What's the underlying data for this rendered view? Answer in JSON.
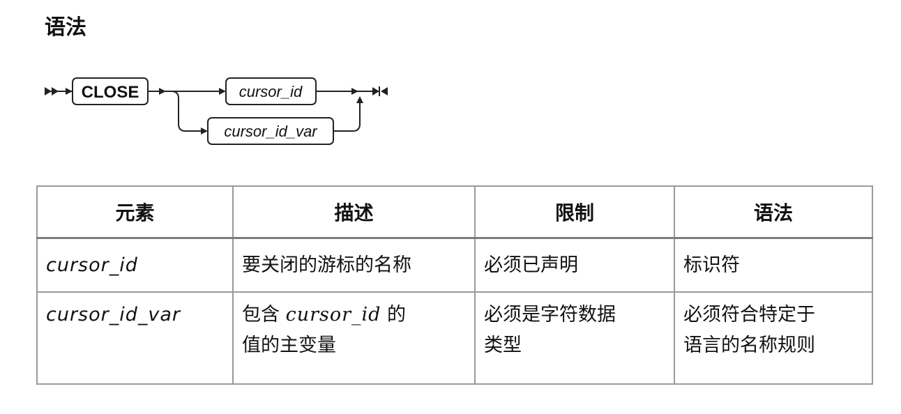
{
  "heading": "语法",
  "diagram": {
    "keyword": "CLOSE",
    "option1": "cursor_id",
    "option2": "cursor_id_var"
  },
  "table": {
    "headers": [
      "元素",
      "描述",
      "限制",
      "语法"
    ],
    "rows": [
      {
        "element": "cursor_id",
        "description": "要关闭的游标的名称",
        "restriction": "必须已声明",
        "syntax": "标识符"
      },
      {
        "element": "cursor_id_var",
        "description_pre": "包含 ",
        "description_code": "cursor_id",
        "description_post": " 的",
        "description_line2": "值的主变量",
        "restriction_line1": "必须是字符数据",
        "restriction_line2": "类型",
        "syntax_line1": "必须符合特定于",
        "syntax_line2": "语言的名称规则"
      }
    ]
  }
}
